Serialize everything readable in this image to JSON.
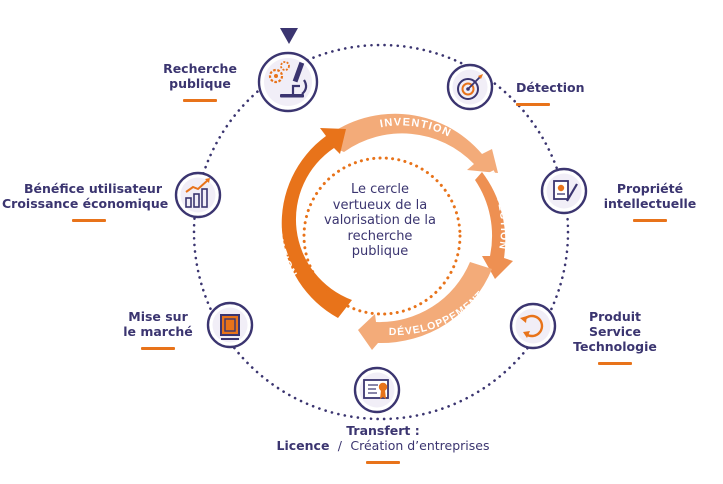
{
  "colors": {
    "purple": "#3b3570",
    "orange": "#e8731a",
    "light_orange": "#f3ab79",
    "mid_orange": "#ee9052"
  },
  "center": {
    "lines": [
      "Le cercle",
      "vertueux de",
      "la valorisation",
      "de la recherche",
      "publique"
    ]
  },
  "arcs": {
    "invention": "INVENTION",
    "protection": "PROTECTION",
    "developpement": "DÉVELOPPEMENT",
    "innovation": "INNOVATION"
  },
  "nodes": {
    "recherche": {
      "lines": [
        "Recherche",
        "publique"
      ],
      "icon": "microscope-icon"
    },
    "detection": {
      "lines": [
        "Détection"
      ],
      "icon": "target-icon"
    },
    "propriete": {
      "lines": [
        "Propriété",
        "intellectuelle"
      ],
      "icon": "patent-icon"
    },
    "produit": {
      "lines": [
        "Produit",
        "Service",
        "Technologie"
      ],
      "icon": "cycle-icon"
    },
    "transfert": {
      "line1": "Transfert :",
      "licence": "Licence",
      "separator": "/",
      "creation": "Création d’entreprises",
      "icon": "certificate-icon"
    },
    "marche": {
      "lines": [
        "Mise sur",
        "le marché"
      ],
      "icon": "box-icon"
    },
    "benefice": {
      "lines": [
        "Bénéfice utilisateur",
        "Croissance économique"
      ],
      "icon": "growth-chart-icon"
    }
  }
}
